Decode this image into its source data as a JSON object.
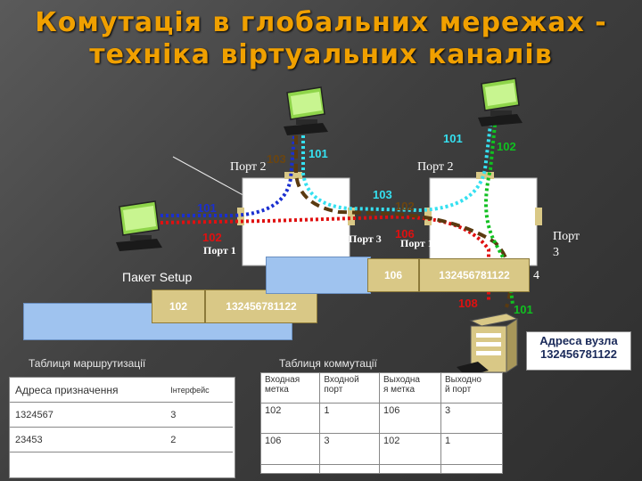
{
  "title": {
    "line1": "Комутація в глобальних мережах -",
    "line2": "техніка віртуальних каналів"
  },
  "colors": {
    "title": "#f0a000",
    "blue_path": "#1a2fd0",
    "cyan_path": "#35e0f0",
    "red_path": "#e01010",
    "brown_path": "#5a3a10",
    "green_path": "#10c020",
    "label_brown": "#6b4510",
    "packet": "#d9c886",
    "packet_body": "#9fc3ef"
  },
  "labels": {
    "blue_101": "101",
    "red_102_left": "102",
    "brown_103": "103",
    "cyan_101_top": "101",
    "cyan_103": "103",
    "brown_102": "102",
    "red_106": "106",
    "cyan_101_right": "101",
    "green_102": "102",
    "red_108": "108",
    "green_101": "101"
  },
  "ports": {
    "port2_left": "Порт 2",
    "port1_left": "Порт 1",
    "port2_right": "Порт 2",
    "port3": "Порт 3",
    "port1_right": "Порт 1",
    "port3_right_line1": "Порт",
    "port3_right_line2": "3",
    "port4_partial": "4"
  },
  "packet_setup": {
    "label": "Пакет Setup",
    "vc": "102",
    "address": "132456781122"
  },
  "packet_right": {
    "vc": "106",
    "address": "132456781122"
  },
  "node_address": {
    "line1": "Адреса вузла",
    "line2": "132456781122"
  },
  "routing_table": {
    "caption": "Таблиця маршрутизації",
    "headers": [
      "Адреса призначення",
      "Інтерфейс"
    ],
    "rows": [
      [
        "1324567",
        "3"
      ],
      [
        "23453",
        "2"
      ]
    ]
  },
  "switching_table": {
    "caption": "Таблиця коммутації",
    "headers": [
      [
        "Входная",
        "метка"
      ],
      [
        "Входной",
        "порт"
      ],
      [
        "Выходна",
        "я метка"
      ],
      [
        "Выходно",
        "й порт"
      ]
    ],
    "rows": [
      [
        "102",
        "1",
        "106",
        "3"
      ],
      [
        "106",
        "3",
        "102",
        "1"
      ],
      [
        "",
        "",
        "",
        ""
      ]
    ]
  }
}
